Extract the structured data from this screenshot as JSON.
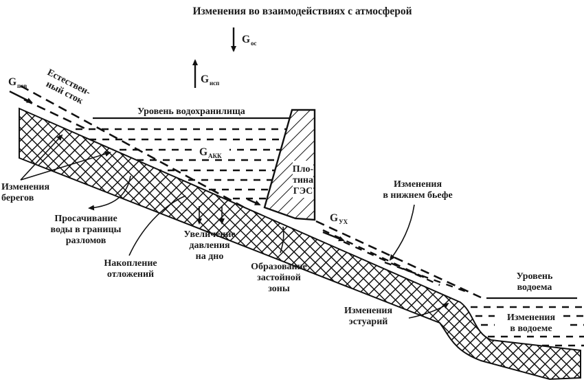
{
  "title": "Изменения во взаимодействиях с атмосферой",
  "fluxes": {
    "precipitation": {
      "symbol": "G",
      "subscript": "ос"
    },
    "evaporation": {
      "symbol": "G",
      "subscript": "исп"
    },
    "surface_inflow": {
      "symbol": "G",
      "subscript": "пов"
    },
    "accumulation": {
      "symbol": "G",
      "subscript": "АКК"
    },
    "downstream": {
      "symbol": "G",
      "subscript": "УХ"
    }
  },
  "labels": {
    "natural_runoff": [
      "Естествен-",
      "ный сток"
    ],
    "reservoir_level": "Уровень водохранилища",
    "dam": [
      "Пло-",
      "тина",
      "ГЭС"
    ],
    "bank_changes": [
      "Изменения",
      "берегов"
    ],
    "seepage": [
      "Просачивание",
      "воды в границы",
      "разломов"
    ],
    "sediment": [
      "Накопление",
      "отложений"
    ],
    "pressure": [
      "Увеличение",
      "давления",
      "на дно"
    ],
    "stagnant": [
      "Образование",
      "застойной",
      "зоны"
    ],
    "tailwater": [
      "Изменения",
      "в нижнем бьефе"
    ],
    "water_body_level": [
      "Уровень",
      "водоема"
    ],
    "estuary": [
      "Изменения",
      "эстуарий"
    ],
    "water_body_changes": [
      "Изменения",
      "в водоеме"
    ]
  },
  "colors": {
    "ink": "#111111",
    "background": "#ffffff"
  }
}
